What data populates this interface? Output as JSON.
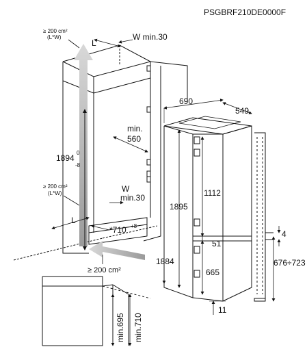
{
  "model_code": "PSGBRF210DE0000F",
  "labels": {
    "vent_top_area": "≥ 200 cm²",
    "vent_top_formula": "(L*W)",
    "vent_mid_area": "≥ 200 cm²",
    "vent_mid_formula": "(L*W)",
    "vent_bottom": "≥ 200 cm²",
    "L_top": "L",
    "W_top": "W min.30",
    "L_bottom": "L",
    "W_mid_w": "W",
    "W_mid_min": "min.30",
    "min_560_a": "min.",
    "min_560_b": "560",
    "niche_height": "1894",
    "niche_tol_plus": "0",
    "niche_tol_minus": "-8",
    "niche_depth": "*710",
    "niche_depth_tol": "+8",
    "appliance_width": "690",
    "appliance_depth": "549",
    "appliance_height": "1895",
    "appliance_height_2": "1884",
    "upper_height": "1112",
    "gap_51": "51",
    "lower_height": "665",
    "bottom_11": "11",
    "side_4": "4",
    "door_range": "676÷723",
    "min_695": "min.695",
    "min_710": "min.710"
  },
  "icons": {
    "airflow_up": "airflow-up-arrow",
    "airflow_in": "airflow-in-arrow"
  }
}
